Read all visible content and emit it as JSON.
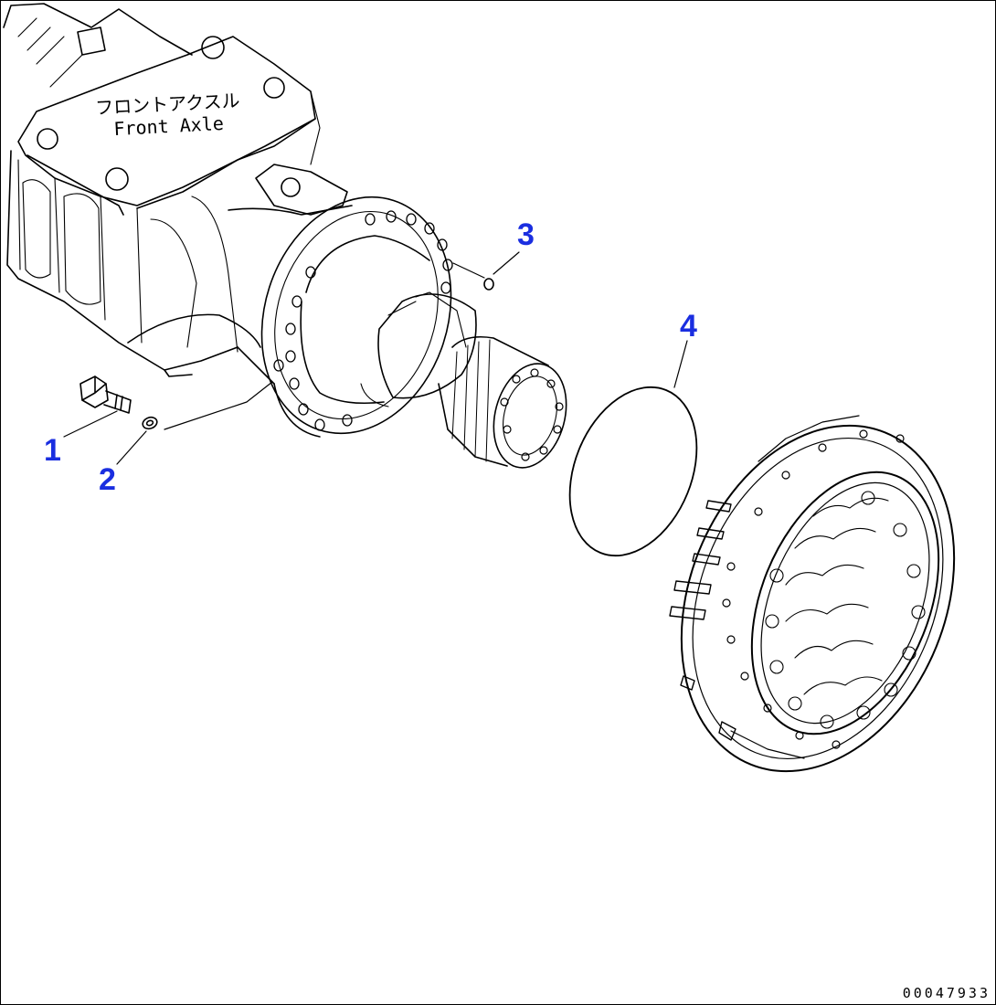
{
  "colors": {
    "callout": "#1a2ee0",
    "line": "#000000",
    "background": "#ffffff"
  },
  "labels": {
    "axle_jp": "フロントアクスル",
    "axle_en": "Front Axle"
  },
  "callouts": [
    {
      "id": "1",
      "part": "bolt"
    },
    {
      "id": "2",
      "part": "washer"
    },
    {
      "id": "3",
      "part": "plug"
    },
    {
      "id": "4",
      "part": "o-ring"
    }
  ],
  "drawing_number": "00047933"
}
